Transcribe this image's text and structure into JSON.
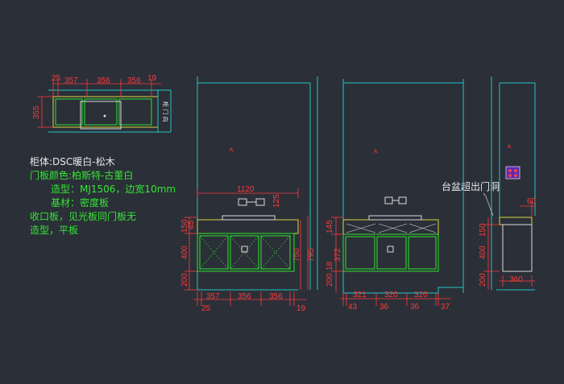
{
  "notes": {
    "cabinet": "柜体:DSC暖白-松木",
    "door_color": "门板颜色:柏斯特-古董白",
    "style": "造型：MJ1506，边宽10mm",
    "base": "基材：密度板",
    "edge_1": "收口板，见光板同门板无",
    "edge_2": "造型，平板",
    "basin_note": "台盆超出门洞"
  },
  "plan_view": {
    "top_dims": [
      "25",
      "357",
      "356",
      "356",
      "19"
    ],
    "left_dim": "355",
    "side_label": "柜 门 向"
  },
  "front_view": {
    "width_dim": "1120",
    "height_dim_125": "125",
    "left_dims": [
      "45",
      "150",
      "400",
      "200"
    ],
    "right_dims": [
      "750",
      "795"
    ],
    "bottom_dims": [
      "357",
      "356",
      "356"
    ],
    "bottom_small": [
      "25",
      "19"
    ]
  },
  "back_view": {
    "left_dims": [
      "145",
      "372",
      "18",
      "200"
    ],
    "bottom_dims": [
      "321",
      "320",
      "320"
    ],
    "bottom_small": [
      "43",
      "36",
      "36",
      "37"
    ]
  },
  "side_view": {
    "top_dim": "60",
    "left_dims": [
      "150",
      "400",
      "200"
    ],
    "bottom_dim": "360"
  },
  "colors": {
    "background": "#2b2f38",
    "dimension": "#ff3b3b",
    "outline": "#20c6c6",
    "door": "#2ee62e",
    "countertop": "#d7d73a"
  }
}
